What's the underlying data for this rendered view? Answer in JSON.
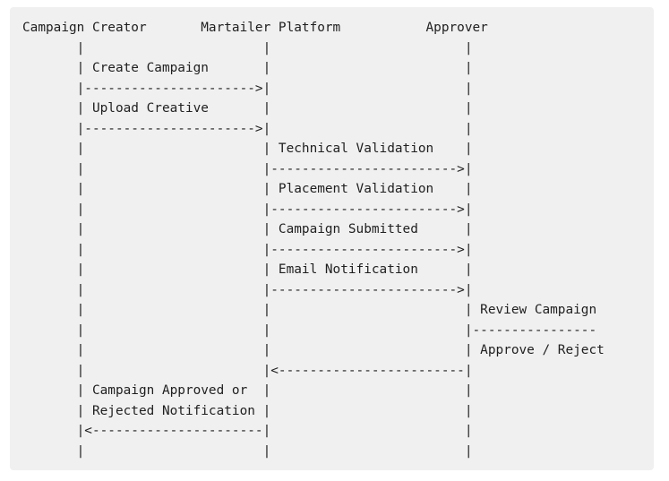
{
  "diagram": {
    "lines": [
      "Campaign Creator       Martailer Platform           Approver",
      "       |                       |                         |",
      "       | Create Campaign       |                         |",
      "       |---------------------->|                         |",
      "       | Upload Creative       |                         |",
      "       |---------------------->|                         |",
      "       |                       | Technical Validation    |",
      "       |                       |------------------------>|",
      "       |                       | Placement Validation    |",
      "       |                       |------------------------>|",
      "       |                       | Campaign Submitted      |",
      "       |                       |------------------------>|",
      "       |                       | Email Notification      |",
      "       |                       |------------------------>|",
      "       |                       |                         | Review Campaign",
      "       |                       |                         |----------------",
      "       |                       |                         | Approve / Reject",
      "       |                       |<------------------------|",
      "       | Campaign Approved or  |                         |",
      "       | Rejected Notification |                         |",
      "       |<----------------------|                         |",
      "       |                       |                         |"
    ]
  }
}
